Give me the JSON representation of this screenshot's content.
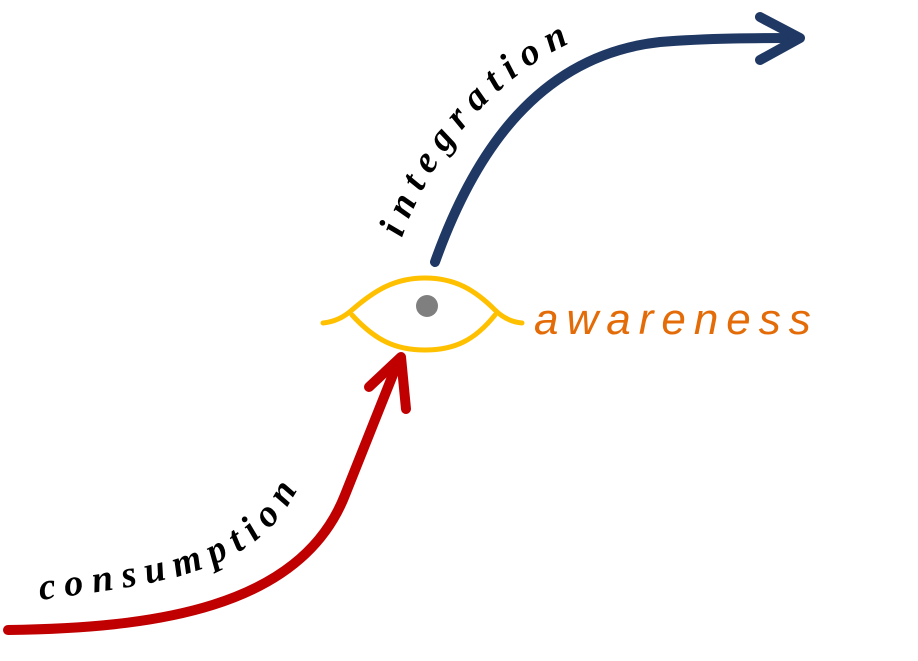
{
  "labels": {
    "consumption": "consumption",
    "integration": "integration",
    "awareness": "awareness"
  },
  "colors": {
    "consumption_arrow": "#c00000",
    "integration_arrow": "#1f3864",
    "eye": "#ffc000",
    "pupil": "#7f7f7f",
    "awareness_text": "#e36c09",
    "path_text": "#000000"
  },
  "icons": {
    "eye": "eye-icon"
  }
}
